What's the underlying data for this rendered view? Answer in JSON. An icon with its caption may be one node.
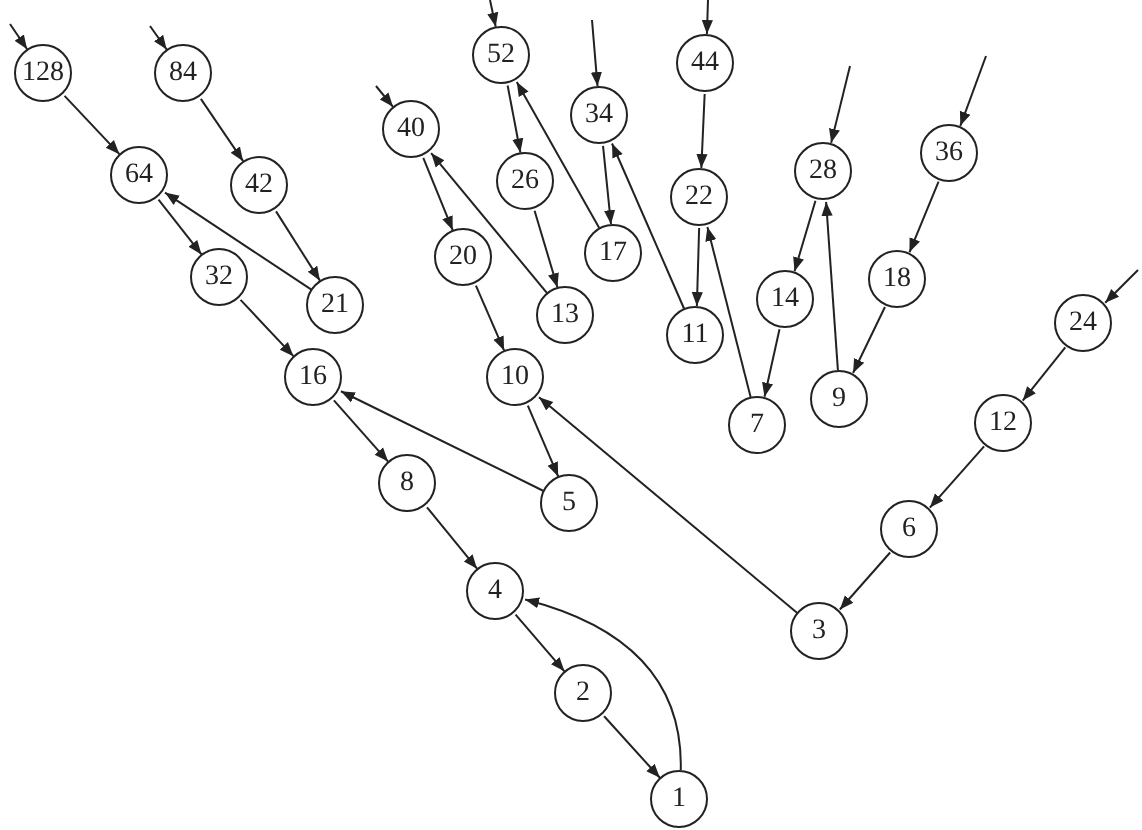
{
  "diagram": {
    "nodes": [
      {
        "text": [
          "52"
        ]
      },
      {
        "text": [
          "44"
        ]
      },
      {
        "text": [
          "128"
        ]
      },
      {
        "text": [
          "84"
        ]
      },
      {
        "text": [
          "34"
        ]
      },
      {
        "text": [
          "40"
        ]
      },
      {
        "text": [
          "36"
        ]
      },
      {
        "text": [
          "28"
        ]
      },
      {
        "text": [
          "64"
        ]
      },
      {
        "text": [
          "26"
        ]
      },
      {
        "text": [
          "42"
        ]
      },
      {
        "text": [
          "22"
        ]
      },
      {
        "text": [
          "17"
        ]
      },
      {
        "text": [
          "20"
        ]
      },
      {
        "text": [
          "32"
        ]
      },
      {
        "text": [
          "18"
        ]
      },
      {
        "text": [
          "14"
        ]
      },
      {
        "text": [
          "21"
        ]
      },
      {
        "text": [
          "13"
        ]
      },
      {
        "text": [
          "24"
        ]
      },
      {
        "text": [
          "11"
        ]
      },
      {
        "text": [
          "16"
        ]
      },
      {
        "text": [
          "10"
        ]
      },
      {
        "text": [
          "9"
        ]
      },
      {
        "text": [
          "12"
        ]
      },
      {
        "text": [
          "7"
        ]
      },
      {
        "text": [
          "8"
        ]
      },
      {
        "text": [
          "5"
        ]
      },
      {
        "text": [
          "6"
        ]
      },
      {
        "text": [
          "4"
        ]
      },
      {
        "text": [
          "3"
        ]
      },
      {
        "text": [
          "2"
        ]
      },
      {
        "text": [
          "1"
        ]
      }
    ],
    "edges": [
      {
        "from": null,
        "to": 2,
        "arrow": "to"
      },
      {
        "from": null,
        "to": 3,
        "arrow": "to"
      },
      {
        "from": null,
        "to": 0,
        "arrow": "to"
      },
      {
        "from": null,
        "to": 4,
        "arrow": "to"
      },
      {
        "from": null,
        "to": 1,
        "arrow": "to"
      },
      {
        "from": null,
        "to": 5,
        "arrow": "to"
      },
      {
        "from": null,
        "to": 7,
        "arrow": "to"
      },
      {
        "from": null,
        "to": 6,
        "arrow": "to"
      },
      {
        "from": null,
        "to": 19,
        "arrow": "to"
      },
      {
        "from": 2,
        "to": 8,
        "arrow": "to"
      },
      {
        "from": 3,
        "to": 10,
        "arrow": "to"
      },
      {
        "from": 10,
        "to": 17,
        "arrow": "to"
      },
      {
        "from": 17,
        "to": 8,
        "arrow": "to"
      },
      {
        "from": 8,
        "to": 14,
        "arrow": "to"
      },
      {
        "from": 14,
        "to": 21,
        "arrow": "to"
      },
      {
        "from": 21,
        "to": 26,
        "arrow": "to"
      },
      {
        "from": 26,
        "to": 29,
        "arrow": "to"
      },
      {
        "from": 29,
        "to": 31,
        "arrow": "to"
      },
      {
        "from": 31,
        "to": 32,
        "arrow": "to"
      },
      {
        "from": 32,
        "to": 29,
        "arrow": "to"
      },
      {
        "from": 27,
        "to": 21,
        "arrow": "to"
      },
      {
        "from": 22,
        "to": 27,
        "arrow": "to"
      },
      {
        "from": 13,
        "to": 22,
        "arrow": "to"
      },
      {
        "from": 5,
        "to": 13,
        "arrow": "to"
      },
      {
        "from": 18,
        "to": 5,
        "arrow": "to"
      },
      {
        "from": 9,
        "to": 18,
        "arrow": "to"
      },
      {
        "from": 0,
        "to": 9,
        "arrow": "to"
      },
      {
        "from": 12,
        "to": 0,
        "arrow": "to"
      },
      {
        "from": 4,
        "to": 12,
        "arrow": "to"
      },
      {
        "from": 20,
        "to": 4,
        "arrow": "to"
      },
      {
        "from": 11,
        "to": 20,
        "arrow": "to"
      },
      {
        "from": 1,
        "to": 11,
        "arrow": "to"
      },
      {
        "from": 25,
        "to": 11,
        "arrow": "to"
      },
      {
        "from": 16,
        "to": 25,
        "arrow": "to"
      },
      {
        "from": 7,
        "to": 16,
        "arrow": "to"
      },
      {
        "from": 23,
        "to": 7,
        "arrow": "to"
      },
      {
        "from": 15,
        "to": 23,
        "arrow": "to"
      },
      {
        "from": 6,
        "to": 15,
        "arrow": "to"
      },
      {
        "from": 30,
        "to": 22,
        "arrow": "to"
      },
      {
        "from": 28,
        "to": 30,
        "arrow": "to"
      },
      {
        "from": 24,
        "to": 28,
        "arrow": "to"
      },
      {
        "from": 19,
        "to": 24,
        "arrow": "to"
      }
    ]
  }
}
